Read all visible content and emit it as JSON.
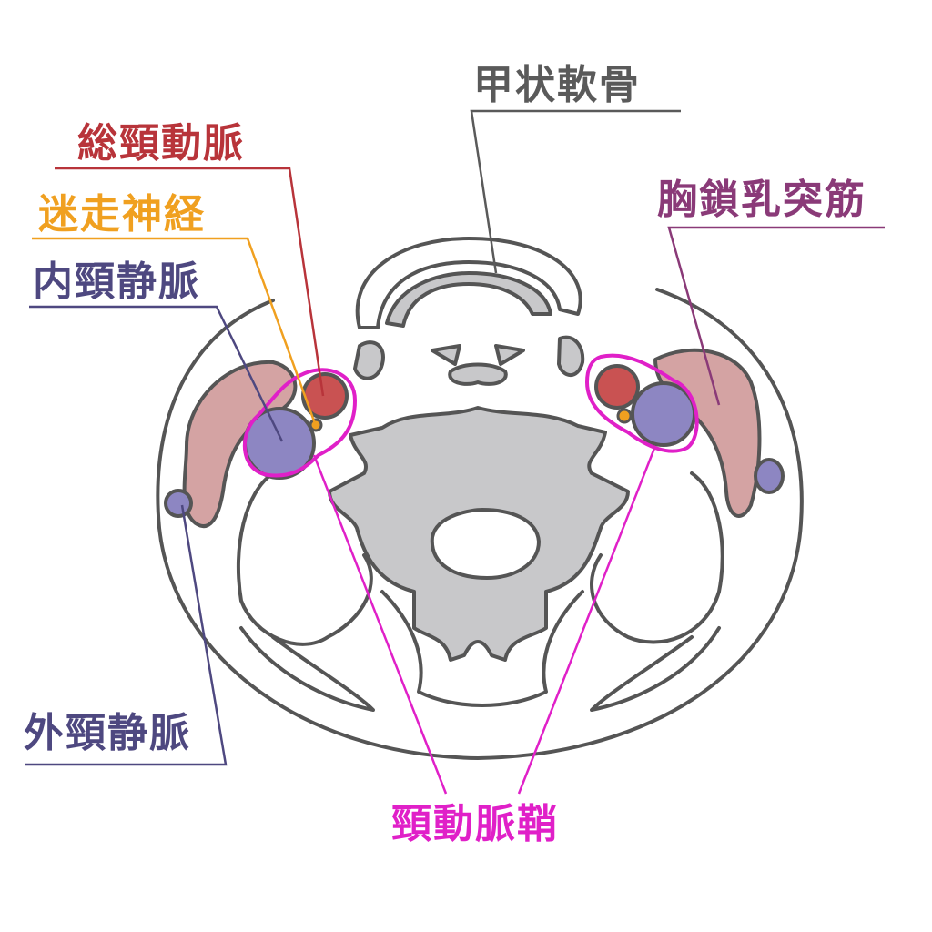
{
  "labels": {
    "thyroid_cartilage": "甲状軟骨",
    "common_carotid_artery": "総頸動脈",
    "vagus_nerve": "迷走神経",
    "internal_jugular_vein": "内頸静脈",
    "sternocleidomastoid": "胸鎖乳突筋",
    "external_jugular_vein": "外頸静脈",
    "carotid_sheath": "頸動脈鞘"
  },
  "colors": {
    "outline": "#555555",
    "thyroid_label": "#5a5a5a",
    "artery": "#b8343a",
    "artery_fill": "#c95252",
    "vagus": "#f0a020",
    "vein": "#4e4880",
    "vein_fill": "#8d86c2",
    "muscle_label": "#8a3a78",
    "muscle_fill": "#d4a3a3",
    "sheath": "#e020c8",
    "bone": "#c8c8ca"
  }
}
